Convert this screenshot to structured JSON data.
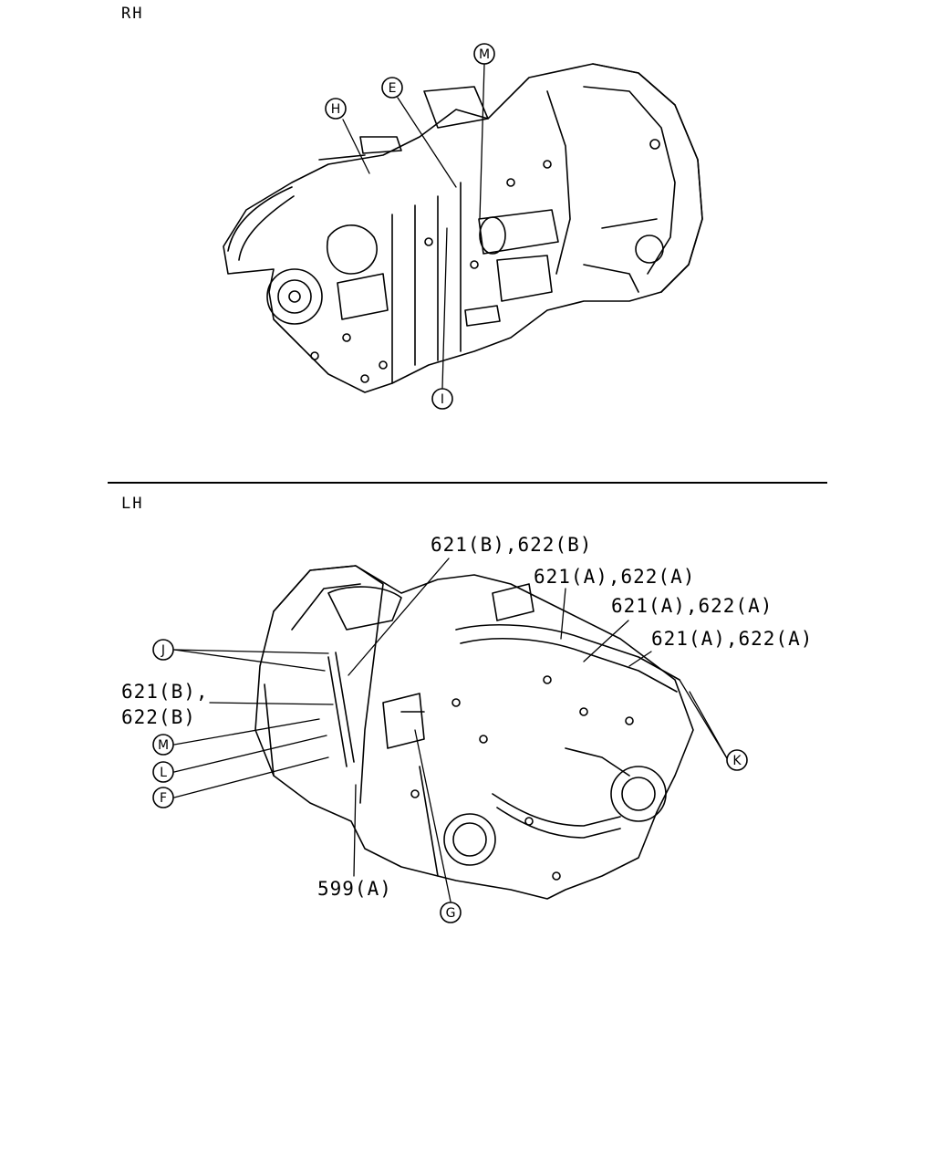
{
  "sections": {
    "rh_label": "RH",
    "lh_label": "LH"
  },
  "rh_callouts": {
    "M": "M",
    "E": "E",
    "H": "H",
    "I": "I"
  },
  "lh_callouts": {
    "J": "J",
    "M": "M",
    "L": "L",
    "F": "F",
    "G": "G",
    "K": "K",
    "p621b_622b_top": "621(B),622(B)",
    "p621a_622a_1": "621(A),622(A)",
    "p621a_622a_2": "621(A),622(A)",
    "p621a_622a_3": "621(A),622(A)",
    "p621b_line1": "621(B),",
    "p622b_line2": "622(B)",
    "p599a": "599(A)"
  }
}
